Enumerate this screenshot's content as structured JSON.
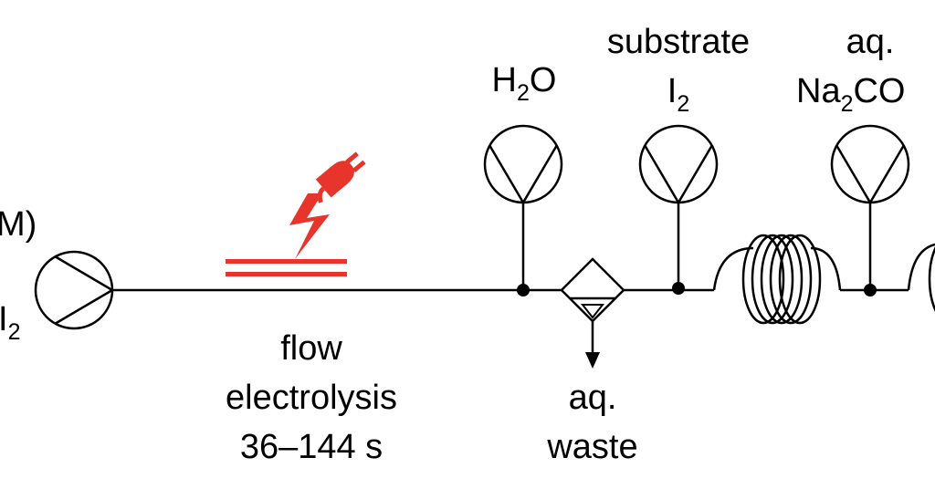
{
  "labels": {
    "left_partial_top": "M)",
    "left_partial_reagent": "I",
    "left_partial_reagent_sub": "2",
    "electrolysis_line1": "flow",
    "electrolysis_line2": "electrolysis",
    "electrolysis_line3": "36–144 s",
    "water_main": "H",
    "water_sub": "2",
    "water_tail": "O",
    "substrate_line1": "substrate",
    "substrate_line2_main": "I",
    "substrate_line2_sub": "2",
    "carbonate_line1": "aq.",
    "carbonate_line2_main": "Na",
    "carbonate_line2_sub": "2",
    "carbonate_line2_tail": "CO",
    "waste_line1": "aq.",
    "waste_line2": "waste"
  },
  "colors": {
    "line": "#000000",
    "electrolysis_accent": "#e8352b"
  },
  "icons": [
    "pump-icon",
    "plug-icon",
    "lightning-icon",
    "separator-icon",
    "coil-reactor-icon"
  ]
}
